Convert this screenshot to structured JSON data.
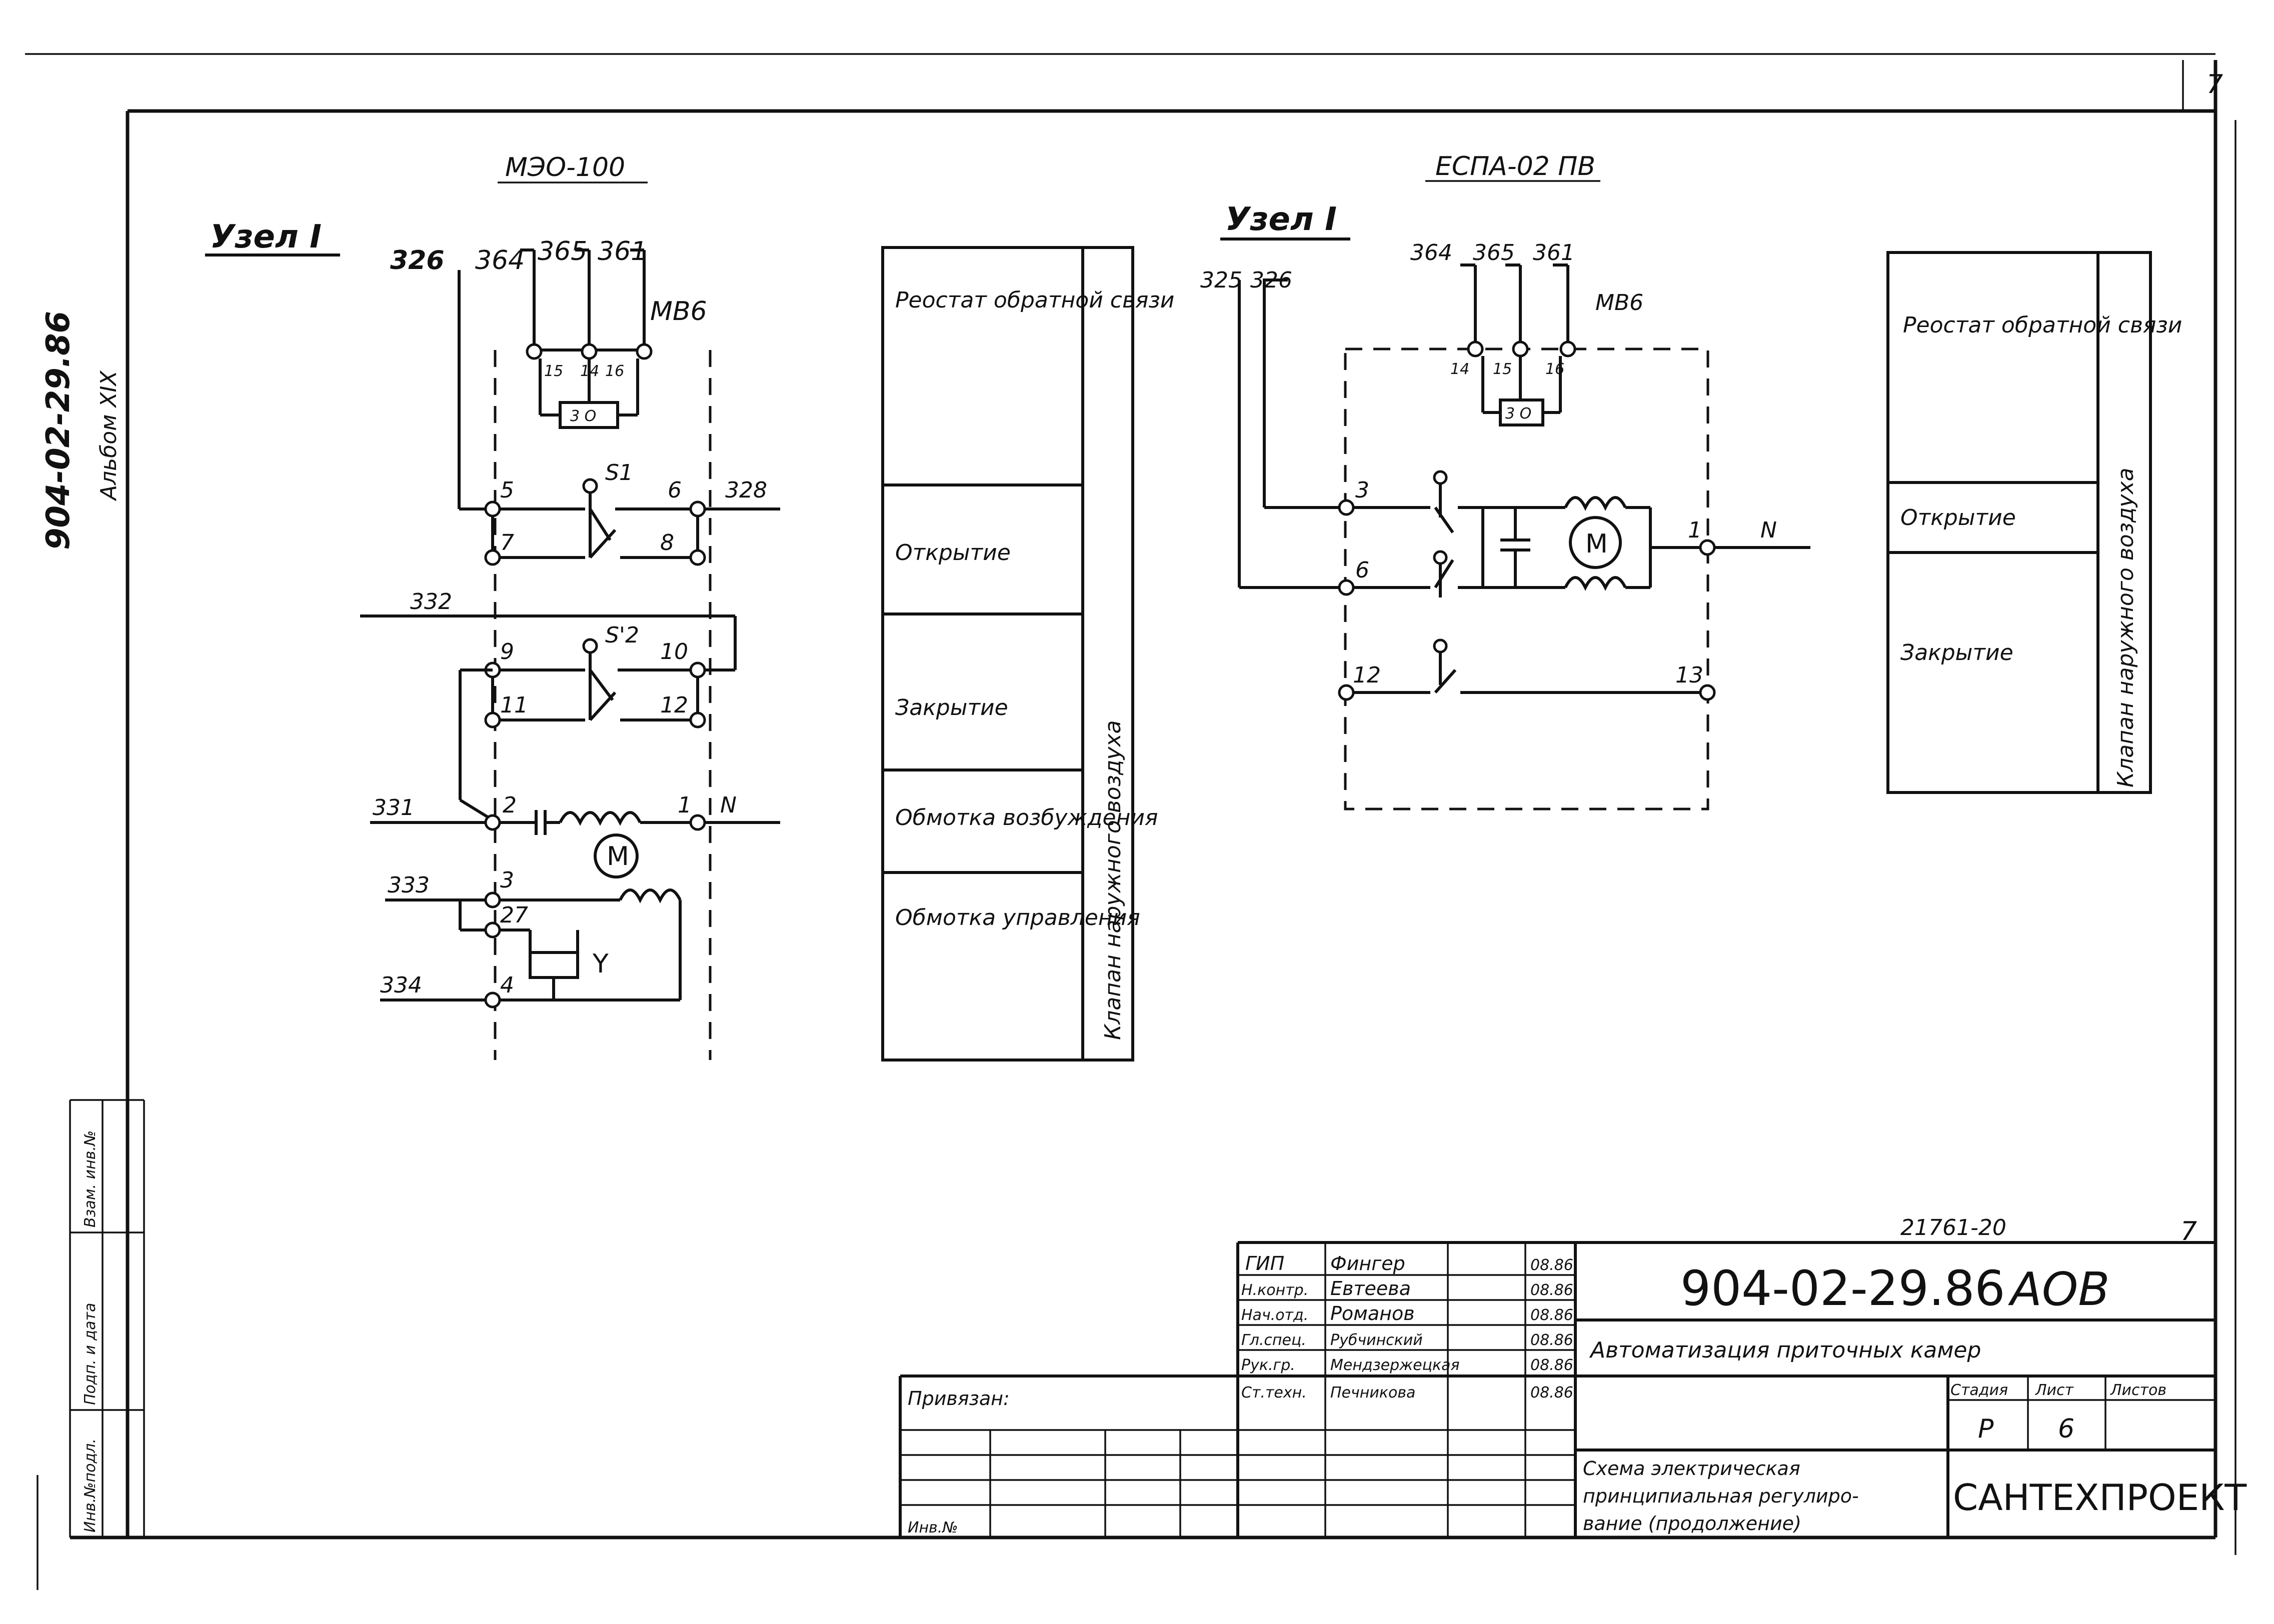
{
  "sheet": {
    "sheet_corner_number": "7",
    "side_code": "904-02-29.86",
    "side_album": "Альбом XIX",
    "left_stamp": [
      "Инв.№подл.",
      "Подп. и дата",
      "Взам. инв.№"
    ]
  },
  "diagram1": {
    "title": "МЭО-100",
    "node_label": "Узел I",
    "top_wires": [
      "326",
      "364",
      "365",
      "361"
    ],
    "device": "МВ6",
    "terminals_top": [
      "15",
      "14",
      "16"
    ],
    "resistor_label": "3 О",
    "switch1": "S1",
    "switch2": "S'2",
    "terminals": [
      "5",
      "6",
      "7",
      "8",
      "9",
      "10",
      "11",
      "12",
      "2",
      "1",
      "3",
      "27",
      "4"
    ],
    "wires_side": [
      "328",
      "332",
      "331",
      "N",
      "333",
      "334"
    ],
    "motor": "M",
    "coil": "Y"
  },
  "legend1": {
    "rows": [
      "Реостат обратной связи",
      "Открытие",
      "Закрытие",
      "Обмотка возбуждения",
      "Обмотка управления"
    ],
    "side": "Клапан наружного воздуха"
  },
  "diagram2": {
    "title": "ЕСПА-02 ПВ",
    "node_label": "Узел I",
    "top_wires": [
      "325",
      "326",
      "364",
      "365",
      "361"
    ],
    "device": "МВ6",
    "terminals_top": [
      "14",
      "15",
      "16"
    ],
    "resistor_label": "3 О",
    "terminals": [
      "3",
      "6",
      "1",
      "12",
      "13"
    ],
    "wires_side": [
      "N"
    ],
    "motor": "M"
  },
  "legend2": {
    "rows": [
      "Реостат обратной связи",
      "Открытие",
      "Закрытие"
    ],
    "side": "Клапан наружного воздуха"
  },
  "title_block": {
    "order_no": "21761-20",
    "sheet_no": "7",
    "code": "904-02-29.86",
    "mark": "АОВ",
    "project": "Автоматизация приточных камер",
    "roles": [
      {
        "role": "ГИП",
        "name": "Фингер",
        "date": "08.86"
      },
      {
        "role": "Н.контр.",
        "name": "Евтеева",
        "date": "08.86"
      },
      {
        "role": "Нач.отд.",
        "name": "Романов",
        "date": "08.86"
      },
      {
        "role": "Гл.спец.",
        "name": "Рубчинский",
        "date": "08.86"
      },
      {
        "role": "Рук.гр.",
        "name": "Мендзержецкая",
        "date": "08.86"
      },
      {
        "role": "Ст.техн.",
        "name": "Печникова",
        "date": "08.86"
      }
    ],
    "attached_label": "Привязан:",
    "inv_label": "Инв.№",
    "stage_header": "Стадия",
    "sheet_header": "Лист",
    "sheets_header": "Листов",
    "stage": "Р",
    "sheet": "6",
    "sheets": "",
    "drawing_title": [
      "Схема электрическая",
      "принципиальная регулиро-",
      "вание (продолжение)"
    ],
    "organization": "САНТЕХПРОЕКТ"
  }
}
